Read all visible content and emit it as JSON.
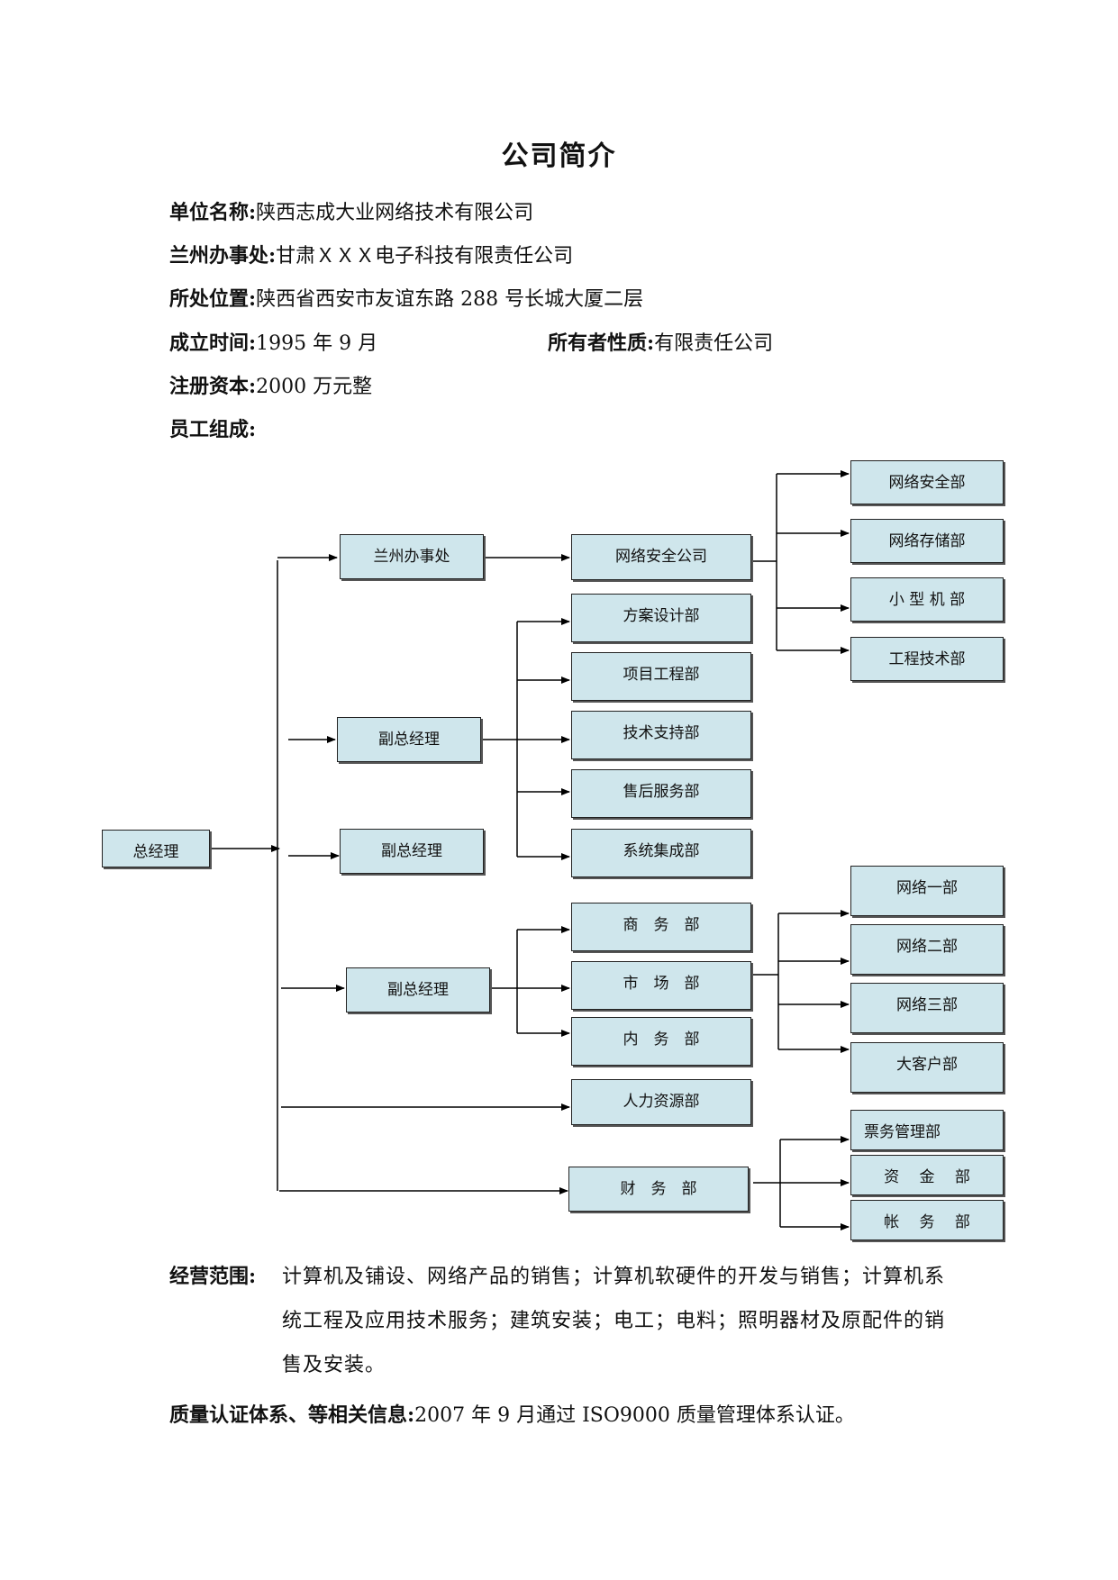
{
  "title": "公司简介",
  "info": {
    "unit_name_label": "单位名称:",
    "unit_name": "陕西志成大业网络技术有限公司",
    "lanzhou_label": "兰州办事处:",
    "lanzhou": "甘肃ＸＸＸ电子科技有限责任公司",
    "location_label": "所处位置:",
    "location": "陕西省西安市友谊东路 288 号长城大厦二层",
    "founded_label": "成立时间:",
    "founded": "1995 年 9 月",
    "ownership_label": "所有者性质:",
    "ownership": "有限责任公司",
    "capital_label": "注册资本:",
    "capital": "2000 万元整",
    "staff_label": "员工组成:"
  },
  "org": {
    "gm": "总经理",
    "lanzhou_office": "兰州办事处",
    "net_security_company": "网络安全公司",
    "net_security_dept": "网络安全部",
    "net_storage_dept": "网络存储部",
    "minicomputer_dept": "小 型 机 部",
    "engineering_tech_dept": "工程技术部",
    "deputy_gm_1": "副总经理",
    "solution_design_dept": "方案设计部",
    "project_eng_dept": "项目工程部",
    "tech_support_dept": "技术支持部",
    "after_sales_dept": "售后服务部",
    "system_integration_dept": "系统集成部",
    "deputy_gm_2": "副总经理",
    "deputy_gm_3": "副总经理",
    "business_dept": "商　务　部",
    "market_dept": "市　场　部",
    "internal_dept": "内　务　部",
    "network_1": "网络一部",
    "network_2": "网络二部",
    "network_3": "网络三部",
    "key_account_dept": "大客户部",
    "hr_dept": "人力资源部",
    "finance_dept": "财　务　部",
    "ticket_mgmt_dept": "票务管理部",
    "funds_dept": "资　 金　 部",
    "accounts_dept": "帐　 务　 部"
  },
  "scope": {
    "label": "经营范围:",
    "text": "计算机及铺设、网络产品的销售；计算机软硬件的开发与销售；计算机系统工程及应用技术服务；建筑安装；电工；电料；照明器材及原配件的销售及安装。"
  },
  "quality": {
    "label": "质量认证体系、等相关信息:",
    "text": "2007 年 9 月通过 ISO9000 质量管理体系认证。"
  }
}
